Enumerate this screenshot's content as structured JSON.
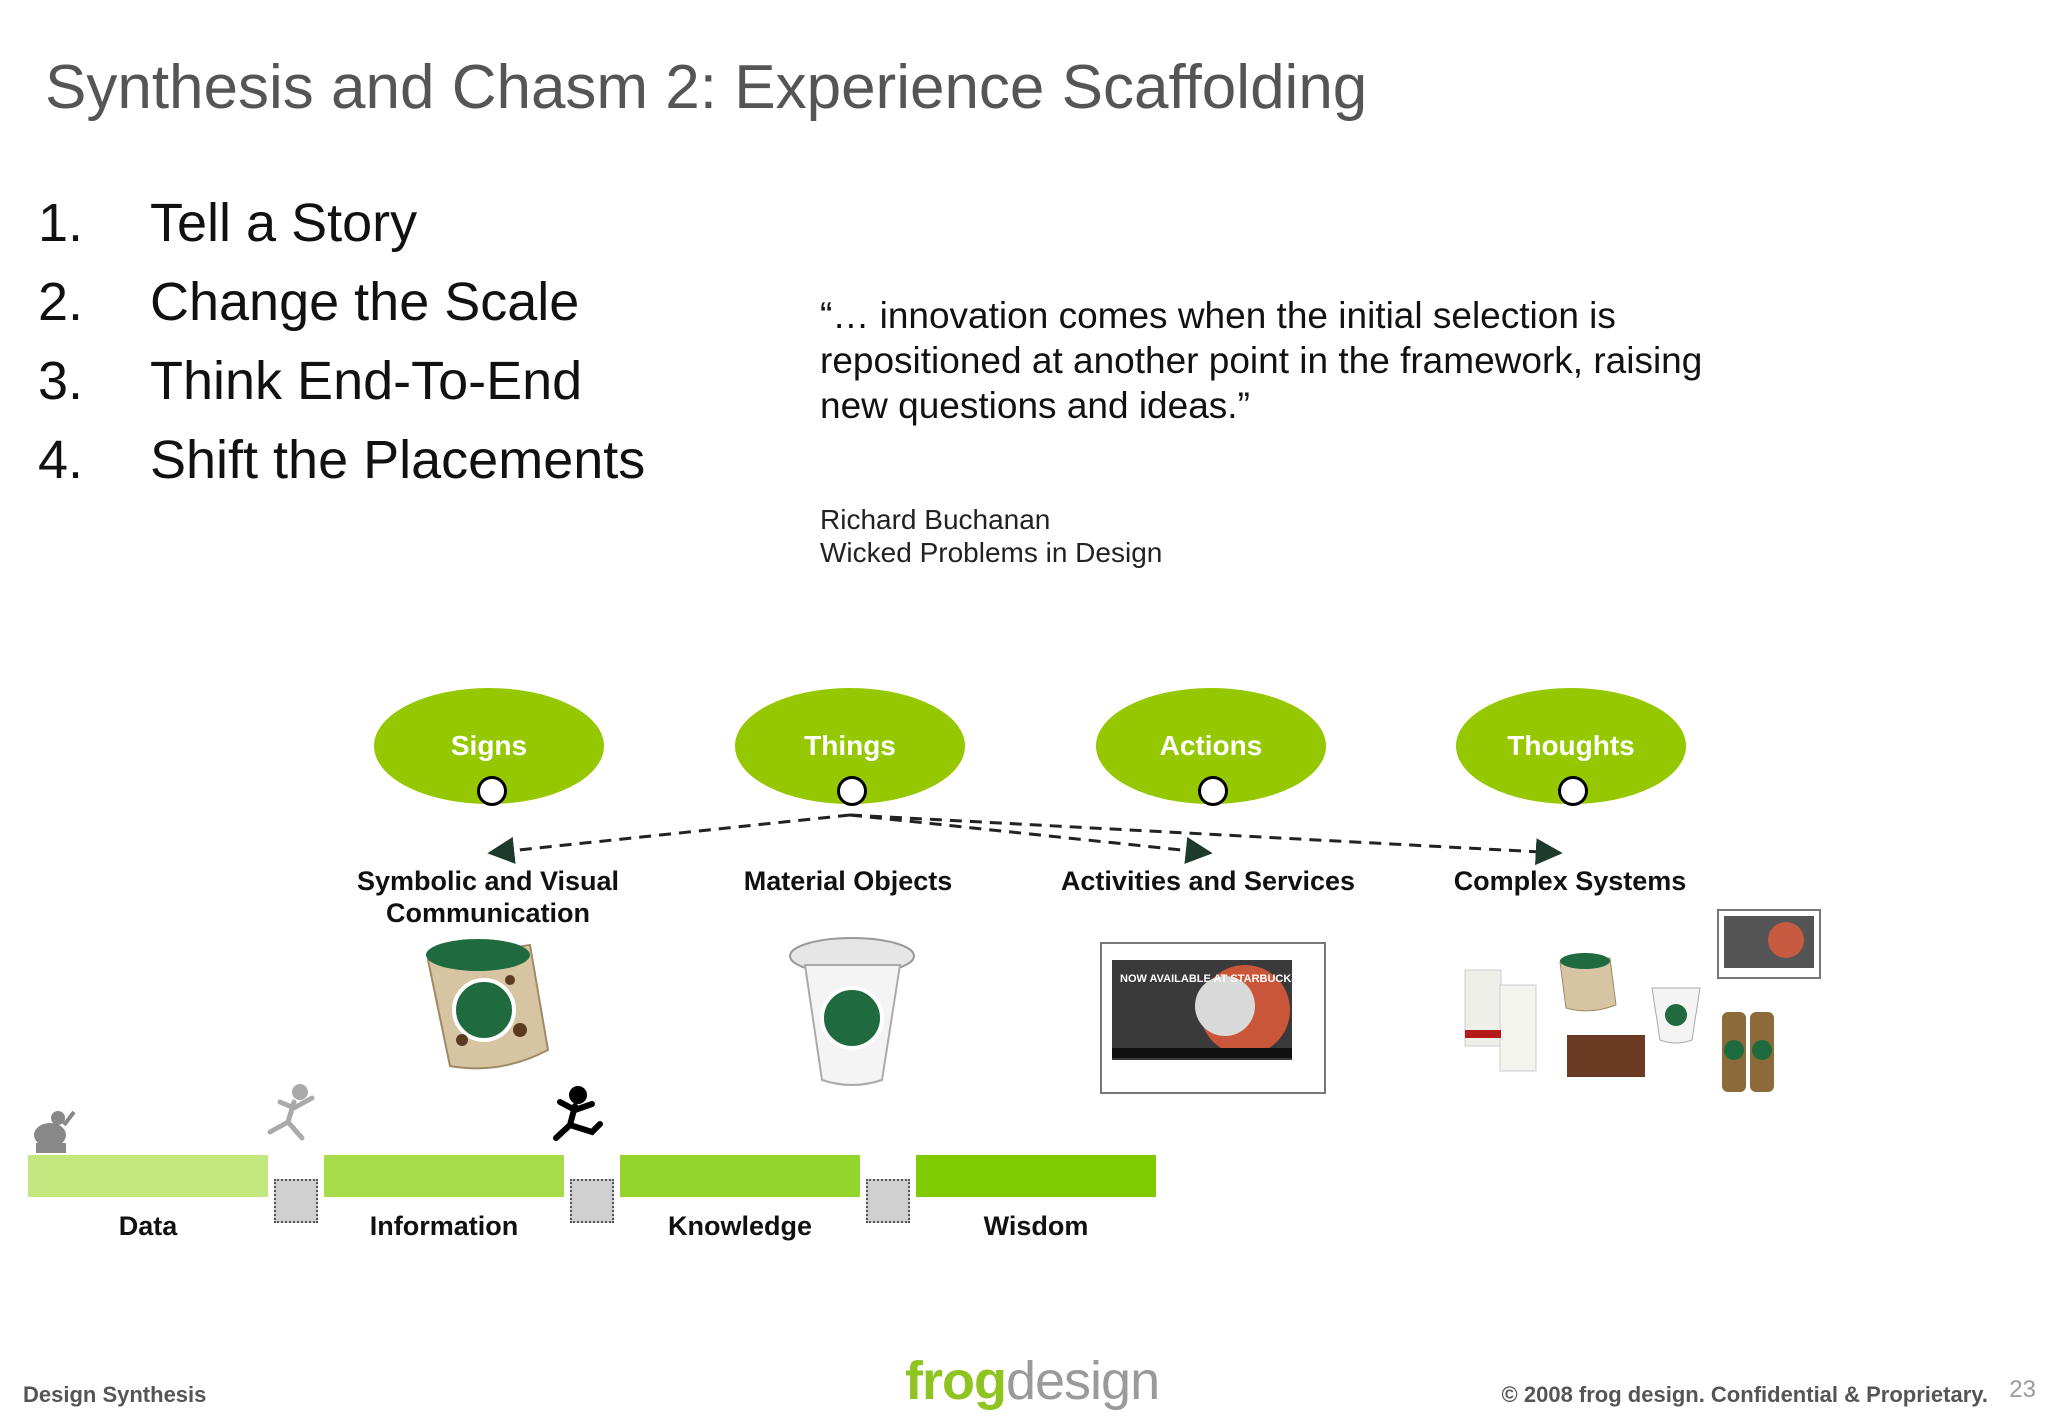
{
  "title": "Synthesis and Chasm 2: Experience Scaffolding",
  "list": [
    {
      "num": "1.",
      "text": "Tell a Story"
    },
    {
      "num": "2.",
      "text": "Change the Scale"
    },
    {
      "num": "3.",
      "text": "Think End-To-End"
    },
    {
      "num": "4.",
      "text": "Shift the Placements"
    }
  ],
  "quote": {
    "text": "“… innovation comes when the initial selection is repositioned at another point in the framework, raising new questions and ideas.”",
    "author": "Richard Buchanan",
    "source": "Wicked Problems in Design"
  },
  "ovals": [
    "Signs",
    "Things",
    "Actions",
    "Thoughts"
  ],
  "categories": [
    {
      "line1": "Symbolic and Visual",
      "line2": "Communication"
    },
    {
      "line1": "Material Objects",
      "line2": ""
    },
    {
      "line1": "Activities and Services",
      "line2": ""
    },
    {
      "line1": "Complex Systems",
      "line2": ""
    }
  ],
  "website_tag": "NOW AVAILABLE AT STARBUCKS",
  "bars": [
    "Data",
    "Information",
    "Knowledge",
    "Wisdom"
  ],
  "colors": {
    "oval_green": "#95c800",
    "bar_1": "#c3e67e",
    "bar_2": "#a6dc4a",
    "bar_3": "#94d52b",
    "bar_4": "#7fcc00",
    "starbucks_green": "#1f6b3f"
  },
  "footer": {
    "left": "Design Synthesis",
    "logo_frog": "frog",
    "logo_design": "design",
    "copyright": "© 2008 frog design. Confidential & Proprietary.",
    "page": "23"
  }
}
